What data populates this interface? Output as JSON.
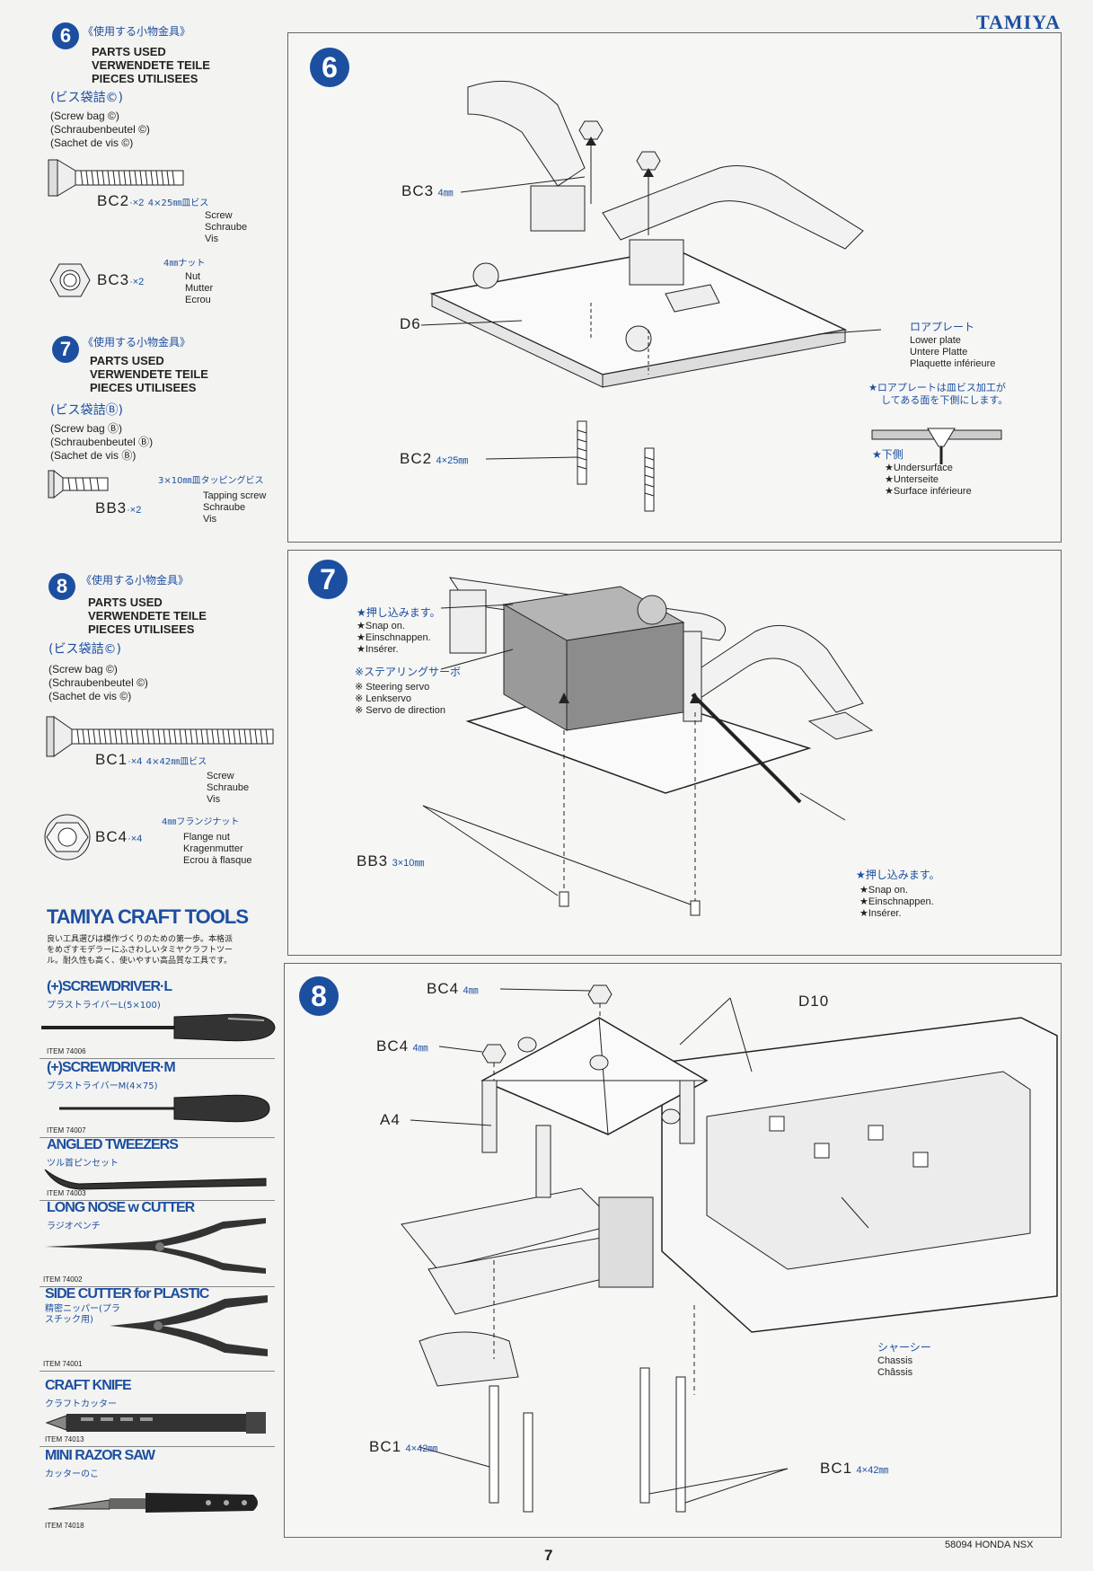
{
  "brand": "TAMIYA",
  "page_number": "7",
  "footer_code": "58094 HONDA NSX",
  "steps": [
    {
      "num": "6",
      "jp_title": "《使用する小物金具》",
      "parts_used": [
        "PARTS USED",
        "VERWENDETE TEILE",
        "PIECES UTILISEES"
      ],
      "bag_jp": "(ビス袋詰©)",
      "bag": [
        "(Screw bag ©)",
        "(Schraubenbeutel ©)",
        "(Sachet de vis ©)"
      ],
      "parts": [
        {
          "code": "BC2",
          "qty": "·×2",
          "size_jp": "4×25㎜皿ビス",
          "names": [
            "Screw",
            "Schraube",
            "Vis"
          ]
        },
        {
          "code": "BC3",
          "qty": "·×2",
          "size_jp": "4㎜ナット",
          "names": [
            "Nut",
            "Mutter",
            "Ecrou"
          ]
        }
      ]
    },
    {
      "num": "7",
      "jp_title": "《使用する小物金具》",
      "parts_used": [
        "PARTS USED",
        "VERWENDETE TEILE",
        "PIECES UTILISEES"
      ],
      "bag_jp": "(ビス袋詰Ⓑ)",
      "bag": [
        "(Screw bag Ⓑ)",
        "(Schraubenbeutel Ⓑ)",
        "(Sachet de vis Ⓑ)"
      ],
      "parts": [
        {
          "code": "BB3",
          "qty": "·×2",
          "size_jp": "3×10㎜皿タッピングビス",
          "names": [
            "Tapping screw",
            "Schraube",
            "Vis"
          ]
        }
      ]
    },
    {
      "num": "8",
      "jp_title": "《使用する小物金具》",
      "parts_used": [
        "PARTS USED",
        "VERWENDETE TEILE",
        "PIECES UTILISEES"
      ],
      "bag_jp": "(ビス袋詰©)",
      "bag": [
        "(Screw bag ©)",
        "(Schraubenbeutel ©)",
        "(Sachet de vis ©)"
      ],
      "parts": [
        {
          "code": "BC1",
          "qty": "·×4",
          "size_jp": "4×42㎜皿ビス",
          "names": [
            "Screw",
            "Schraube",
            "Vis"
          ]
        },
        {
          "code": "BC4",
          "qty": "·×4",
          "size_jp": "4㎜フランジナット",
          "names": [
            "Flange nut",
            "Kragenmutter",
            "Ecrou à flasque"
          ]
        }
      ]
    }
  ],
  "craft_tools": {
    "title": "TAMIYA CRAFT TOOLS",
    "intro_jp": [
      "良い工具選びは模作づくりのための第一歩。本格派",
      "をめざすモデラーにふさわしいタミヤクラフトツー",
      "ル。耐久性も高く、使いやすい高品質な工具です。"
    ],
    "items": [
      {
        "name": "(+)SCREWDRIVER·L",
        "jp": "プラストライバーL(5×100)",
        "item": "ITEM 74006"
      },
      {
        "name": "(+)SCREWDRIVER·M",
        "jp": "プラストライバーM(4×75)",
        "item": "ITEM 74007"
      },
      {
        "name": "ANGLED TWEEZERS",
        "jp": "ツル首ピンセット",
        "item": "ITEM 74003"
      },
      {
        "name": "LONG NOSE w CUTTER",
        "jp": "ラジオペンチ",
        "item": "ITEM 74002"
      },
      {
        "name": "SIDE CUTTER for PLASTIC",
        "jp": "精密ニッパー(プラスチック用)",
        "item": "ITEM 74001"
      },
      {
        "name": "CRAFT KNIFE",
        "jp": "クラフトカッター",
        "item": "ITEM 74013"
      },
      {
        "name": "MINI RAZOR SAW",
        "jp": "カッターのこ",
        "item": "ITEM 74018"
      }
    ]
  },
  "diagrams": {
    "d6": {
      "num": "6",
      "labels": {
        "bc3": "BC3",
        "bc3_size": "4㎜",
        "d6": "D6",
        "bc2": "BC2",
        "bc2_size": "4×25㎜"
      },
      "lower_plate_jp": "ロアプレート",
      "lower_plate": [
        "Lower plate",
        "Untere Platte",
        "Plaquette inférieure"
      ],
      "note_jp": [
        "★ロアプレートは皿ビス加工が",
        "してある面を下側にします。"
      ],
      "under_jp": "★下側",
      "under": [
        "★Undersurface",
        "★Unterseite",
        "★Surface inférieure"
      ]
    },
    "d7": {
      "num": "7",
      "snap_jp": "★押し込みます。",
      "snap": [
        "★Snap on.",
        "★Einschnappen.",
        "★Insérer."
      ],
      "servo_jp": "※ステアリングサーボ",
      "servo": [
        "※ Steering servo",
        "※ Lenkservo",
        "※ Servo de direction"
      ],
      "bb3": "BB3",
      "bb3_size": "3×10㎜",
      "snap2_jp": "★押し込みます。",
      "snap2": [
        "★Snap on.",
        "★Einschnappen.",
        "★Insérer."
      ]
    },
    "d8": {
      "num": "8",
      "bc4a": "BC4",
      "bc4a_size": "4㎜",
      "d10": "D10",
      "bc4b": "BC4",
      "bc4b_size": "4㎜",
      "a4": "A4",
      "chassis_jp": "シャーシー",
      "chassis": [
        "Chassis",
        "Châssis"
      ],
      "bc1a": "BC1",
      "bc1a_size": "4×42㎜",
      "bc1b": "BC1",
      "bc1b_size": "4×42㎜"
    }
  }
}
